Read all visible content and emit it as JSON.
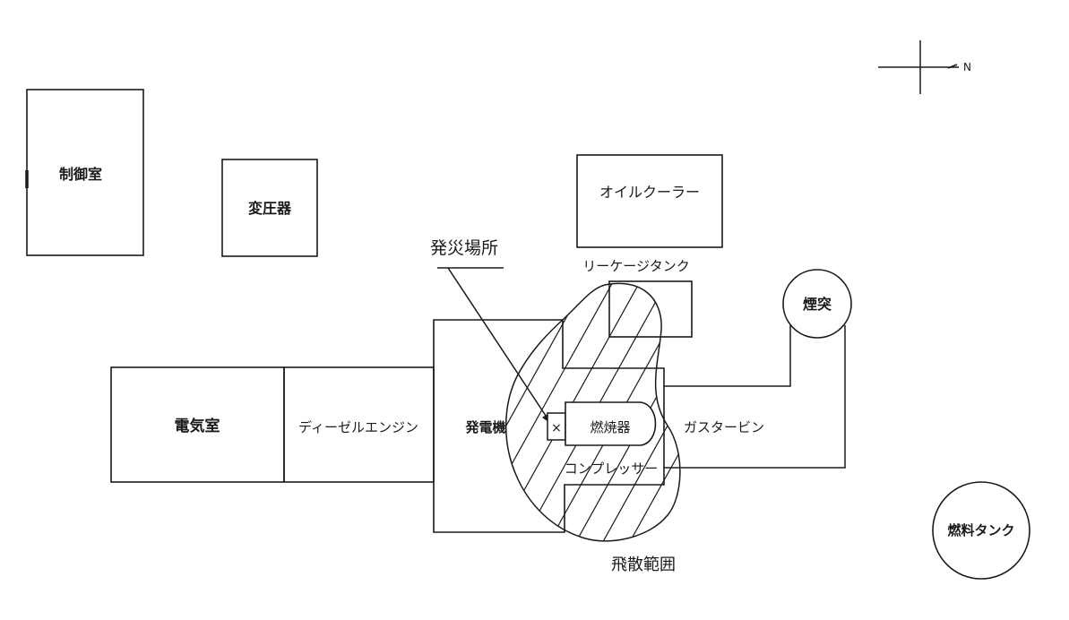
{
  "compass": {
    "north_label": "N"
  },
  "labels": {
    "control_room": "制御室",
    "transformer": "変圧器",
    "oil_cooler": "オイルクーラー",
    "leakage_tank": "リーケージタンク",
    "chimney": "煙突",
    "fire_location": "発災場所",
    "electrical_room": "電気室",
    "diesel_engine": "ディーゼルエンジン",
    "generator": "発電機",
    "marker": "×",
    "combustor": "燃焼器",
    "gas_turbine": "ガスタービン",
    "compressor": "コンプレッサー",
    "scatter_range": "飛散範囲",
    "fuel_tank": "燃料タンク"
  }
}
